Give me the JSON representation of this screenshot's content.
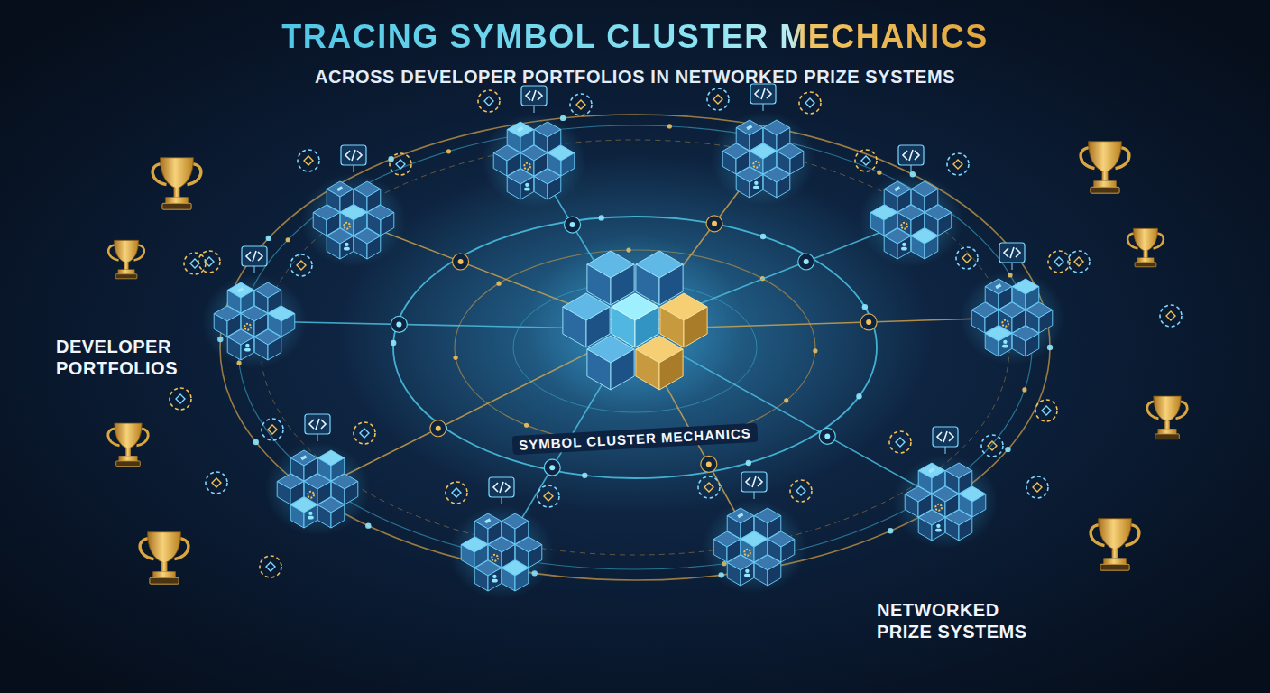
{
  "diagram": {
    "title": "TRACING SYMBOL CLUSTER MECHANICS",
    "labels": [
      "ACROSS DEVELOPER PORTFOLIOS IN NETWORKED PRIZE SYSTEMS",
      "DEVELOPER PORTFOLIOS",
      "SYMBOL CLUSTER MECHANICS",
      "NETWORKED PRIZE SYSTEMS"
    ]
  }
}
